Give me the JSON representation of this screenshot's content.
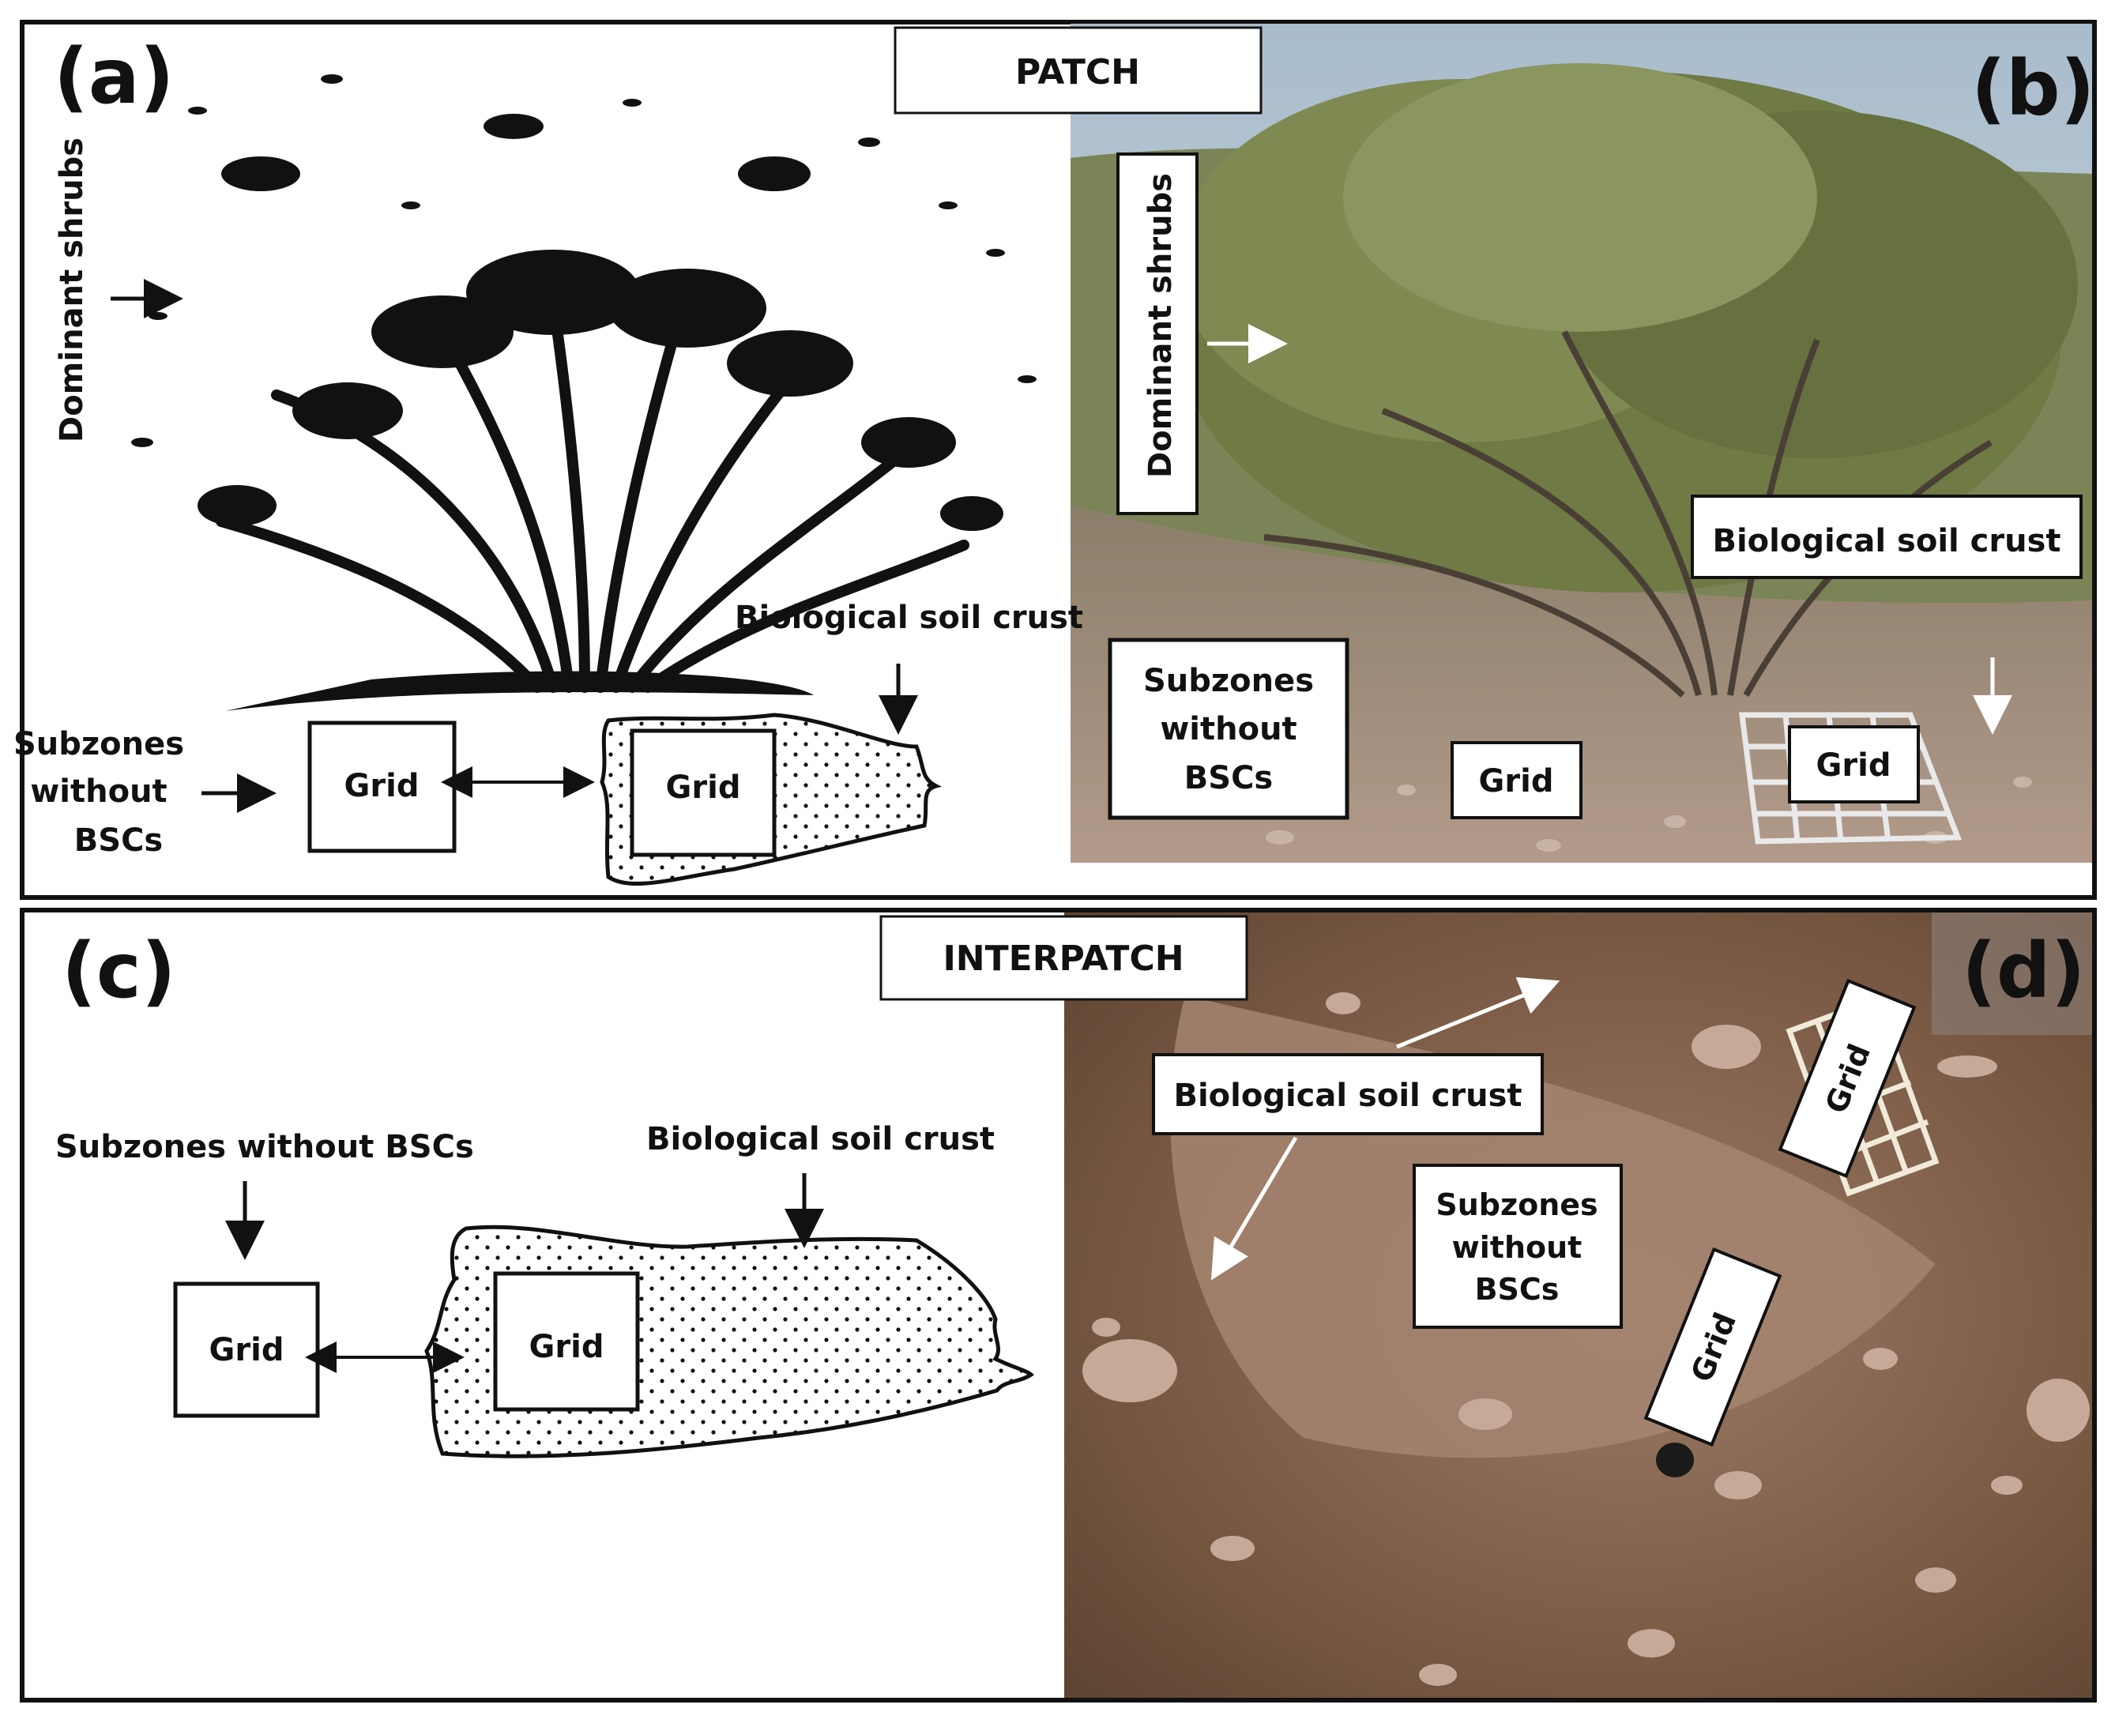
{
  "panels": {
    "a": {
      "letter": "(a)",
      "dominant_shrubs": "Dominant shrubs",
      "biological_soil_crust": "Biological soil crust",
      "subzones_line1": "Subzones",
      "subzones_line2": "without",
      "subzones_line3": "BSCs",
      "grid_left": "Grid",
      "grid_right": "Grid"
    },
    "b": {
      "letter": "(b)",
      "dominant_shrubs": "Dominant shrubs",
      "biological_soil_crust": "Biological soil crust",
      "subzones_line1": "Subzones",
      "subzones_line2": "without",
      "subzones_line3": "BSCs",
      "grid_left": "Grid",
      "grid_right": "Grid"
    },
    "c": {
      "letter": "(c)",
      "subzones": "Subzones without BSCs",
      "biological_soil_crust": "Biological soil crust",
      "grid_left": "Grid",
      "grid_right": "Grid"
    },
    "d": {
      "letter": "(d)",
      "biological_soil_crust": "Biological soil crust",
      "subzones_line1": "Subzones",
      "subzones_line2": "without",
      "subzones_line3": "BSCs",
      "grid_top": "Grid",
      "grid_bottom": "Grid"
    }
  },
  "headers": {
    "patch": "PATCH",
    "interpatch": "INTERPATCH"
  },
  "colors": {
    "frame": "#111111",
    "sky": "#b9c7d4",
    "shrub_foliage": "#6f7a45",
    "gravel_soil": "#a58c7d",
    "crust_soil": "#6e4f3a",
    "grid_frame": "#e9e9e9"
  }
}
